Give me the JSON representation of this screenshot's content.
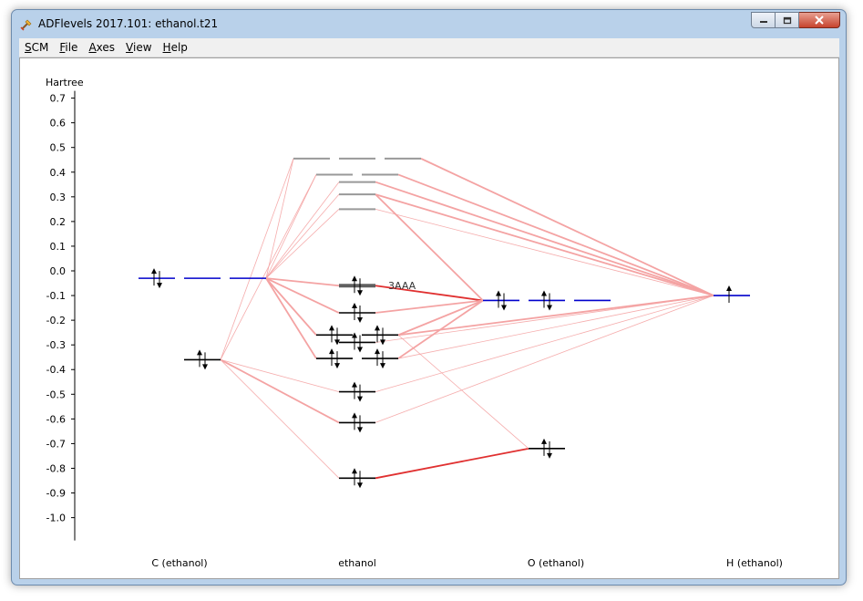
{
  "window": {
    "title": "ADFlevels 2017.101: ethanol.t21",
    "menu": [
      {
        "label": "SCM",
        "accel": "S",
        "rest": "CM",
        "name": "menu-scm"
      },
      {
        "label": "File",
        "accel": "F",
        "rest": "ile",
        "name": "menu-file"
      },
      {
        "label": "Axes",
        "accel": "A",
        "rest": "xes",
        "name": "menu-axes"
      },
      {
        "label": "View",
        "accel": "V",
        "rest": "iew",
        "name": "menu-view"
      },
      {
        "label": "Help",
        "accel": "H",
        "rest": "elp",
        "name": "menu-help"
      }
    ]
  },
  "chart_data": {
    "type": "energy-level-diagram",
    "ylabel": "Hartree",
    "ylim": [
      -1.0,
      0.7
    ],
    "yticks": [
      "0.7",
      "0.6",
      "0.5",
      "0.4",
      "0.3",
      "0.2",
      "0.1",
      "0.0",
      "-0.1",
      "-0.2",
      "-0.3",
      "-0.4",
      "-0.5",
      "-0.6",
      "-0.7",
      "-0.8",
      "-0.9",
      "-1.0"
    ],
    "columns": [
      "C (ethanol)",
      "ethanol",
      "O (ethanol)",
      "H (ethanol)"
    ],
    "highlight_label": "3AAA",
    "colors": {
      "axis": "#000000",
      "fragment_level": "#0000cc",
      "occupied": "#000000",
      "virtual": "#999999",
      "highlight": "#606060",
      "line_light": "#f4a3a3",
      "line_strong": "#e03030"
    },
    "levels": [
      {
        "col": "C (ethanol)",
        "e": -0.03,
        "pos": 0,
        "occ": 2,
        "kind": "frag"
      },
      {
        "col": "C (ethanol)",
        "e": -0.03,
        "pos": 1,
        "occ": 0,
        "kind": "frag"
      },
      {
        "col": "C (ethanol)",
        "e": -0.03,
        "pos": 2,
        "occ": 0,
        "kind": "frag"
      },
      {
        "col": "C (ethanol)",
        "e": -0.36,
        "pos": 1,
        "occ": 2,
        "kind": "occ"
      },
      {
        "col": "ethanol",
        "e": 0.455,
        "pos": -1,
        "occ": 0,
        "kind": "virt"
      },
      {
        "col": "ethanol",
        "e": 0.455,
        "pos": 0,
        "occ": 0,
        "kind": "virt"
      },
      {
        "col": "ethanol",
        "e": 0.455,
        "pos": 1,
        "occ": 0,
        "kind": "virt"
      },
      {
        "col": "ethanol",
        "e": 0.39,
        "pos": -0.5,
        "occ": 0,
        "kind": "virt"
      },
      {
        "col": "ethanol",
        "e": 0.39,
        "pos": 0.5,
        "occ": 0,
        "kind": "virt"
      },
      {
        "col": "ethanol",
        "e": 0.36,
        "pos": 0,
        "occ": 0,
        "kind": "virt"
      },
      {
        "col": "ethanol",
        "e": 0.31,
        "pos": 0,
        "occ": 0,
        "kind": "virt"
      },
      {
        "col": "ethanol",
        "e": 0.25,
        "pos": 0,
        "occ": 0,
        "kind": "virt"
      },
      {
        "col": "ethanol",
        "e": -0.06,
        "pos": 0,
        "occ": 2,
        "kind": "hl"
      },
      {
        "col": "ethanol",
        "e": -0.17,
        "pos": 0,
        "occ": 2,
        "kind": "occ"
      },
      {
        "col": "ethanol",
        "e": -0.26,
        "pos": -0.5,
        "occ": 2,
        "kind": "occ"
      },
      {
        "col": "ethanol",
        "e": -0.26,
        "pos": 0.5,
        "occ": 2,
        "kind": "occ"
      },
      {
        "col": "ethanol",
        "e": -0.29,
        "pos": 0,
        "occ": 2,
        "kind": "occ"
      },
      {
        "col": "ethanol",
        "e": -0.355,
        "pos": -0.5,
        "occ": 2,
        "kind": "occ"
      },
      {
        "col": "ethanol",
        "e": -0.355,
        "pos": 0.5,
        "occ": 2,
        "kind": "occ"
      },
      {
        "col": "ethanol",
        "e": -0.49,
        "pos": 0,
        "occ": 2,
        "kind": "occ"
      },
      {
        "col": "ethanol",
        "e": -0.615,
        "pos": 0,
        "occ": 2,
        "kind": "occ"
      },
      {
        "col": "ethanol",
        "e": -0.84,
        "pos": 0,
        "occ": 2,
        "kind": "occ"
      },
      {
        "col": "O (ethanol)",
        "e": -0.12,
        "pos": -1,
        "occ": 2,
        "kind": "frag"
      },
      {
        "col": "O (ethanol)",
        "e": -0.12,
        "pos": 0,
        "occ": 2,
        "kind": "frag"
      },
      {
        "col": "O (ethanol)",
        "e": -0.12,
        "pos": 1,
        "occ": 0,
        "kind": "frag"
      },
      {
        "col": "O (ethanol)",
        "e": -0.72,
        "pos": 0,
        "occ": 2,
        "kind": "occ"
      },
      {
        "col": "H (ethanol)",
        "e": -0.1,
        "pos": 0,
        "occ": 1,
        "kind": "frag"
      }
    ],
    "connections": [
      {
        "from": [
          "C (ethanol)",
          -0.03
        ],
        "to": [
          -0.5,
          0.455
        ],
        "w": "light"
      },
      {
        "from": [
          "C (ethanol)",
          -0.03
        ],
        "to": [
          -0.5,
          0.39
        ],
        "w": "light"
      },
      {
        "from": [
          "C (ethanol)",
          -0.03
        ],
        "to": [
          -0.5,
          0.36
        ],
        "w": "light"
      },
      {
        "from": [
          "C (ethanol)",
          -0.03
        ],
        "to": [
          -0.5,
          0.31
        ],
        "w": "light"
      },
      {
        "from": [
          "C (ethanol)",
          -0.03
        ],
        "to": [
          -0.5,
          0.25
        ],
        "w": "light"
      },
      {
        "from": [
          "C (ethanol)",
          -0.03
        ],
        "to": [
          -0.5,
          -0.06
        ],
        "w": "medium"
      },
      {
        "from": [
          "C (ethanol)",
          -0.03
        ],
        "to": [
          -0.5,
          -0.17
        ],
        "w": "medium"
      },
      {
        "from": [
          "C (ethanol)",
          -0.03
        ],
        "to": [
          -0.5,
          -0.26
        ],
        "w": "medium"
      },
      {
        "from": [
          "C (ethanol)",
          -0.03
        ],
        "to": [
          -0.5,
          -0.355
        ],
        "w": "medium"
      },
      {
        "from": [
          "C (ethanol)",
          -0.36
        ],
        "to": [
          -0.5,
          0.455
        ],
        "w": "light"
      },
      {
        "from": [
          "C (ethanol)",
          -0.36
        ],
        "to": [
          -0.5,
          0.39
        ],
        "w": "light"
      },
      {
        "from": [
          "C (ethanol)",
          -0.36
        ],
        "to": [
          -0.5,
          -0.49
        ],
        "w": "light"
      },
      {
        "from": [
          "C (ethanol)",
          -0.36
        ],
        "to": [
          -0.5,
          -0.615
        ],
        "w": "medium"
      },
      {
        "from": [
          "C (ethanol)",
          -0.36
        ],
        "to": [
          -0.5,
          -0.84
        ],
        "w": "light"
      },
      {
        "from": [
          "H (ethanol)",
          -0.1
        ],
        "to": [
          0.5,
          0.455
        ],
        "w": "medium"
      },
      {
        "from": [
          "H (ethanol)",
          -0.1
        ],
        "to": [
          0.5,
          0.39
        ],
        "w": "medium"
      },
      {
        "from": [
          "H (ethanol)",
          -0.1
        ],
        "to": [
          0.5,
          0.36
        ],
        "w": "medium"
      },
      {
        "from": [
          "H (ethanol)",
          -0.1
        ],
        "to": [
          0.5,
          0.31
        ],
        "w": "medium"
      },
      {
        "from": [
          "H (ethanol)",
          -0.1
        ],
        "to": [
          0.5,
          0.25
        ],
        "w": "light"
      },
      {
        "from": [
          "H (ethanol)",
          -0.1
        ],
        "to": [
          0.5,
          -0.26
        ],
        "w": "medium"
      },
      {
        "from": [
          "H (ethanol)",
          -0.1
        ],
        "to": [
          0.5,
          -0.29
        ],
        "w": "light"
      },
      {
        "from": [
          "H (ethanol)",
          -0.1
        ],
        "to": [
          0.5,
          -0.355
        ],
        "w": "light"
      },
      {
        "from": [
          "H (ethanol)",
          -0.1
        ],
        "to": [
          0.5,
          -0.49
        ],
        "w": "light"
      },
      {
        "from": [
          "H (ethanol)",
          -0.1
        ],
        "to": [
          0.5,
          -0.615
        ],
        "w": "light"
      },
      {
        "from": [
          "O (ethanol)",
          -0.12
        ],
        "to": [
          0.5,
          -0.06
        ],
        "w": "strong"
      },
      {
        "from": [
          "O (ethanol)",
          -0.12
        ],
        "to": [
          0.5,
          -0.17
        ],
        "w": "medium"
      },
      {
        "from": [
          "O (ethanol)",
          -0.12
        ],
        "to": [
          0.5,
          0.31
        ],
        "w": "medium"
      },
      {
        "from": [
          "O (ethanol)",
          -0.12
        ],
        "to": [
          0.5,
          -0.26
        ],
        "w": "medium"
      },
      {
        "from": [
          "O (ethanol)",
          -0.12
        ],
        "to": [
          0.5,
          -0.355
        ],
        "w": "medium"
      },
      {
        "from": [
          "O (ethanol)",
          -0.72
        ],
        "to": [
          0.5,
          -0.84
        ],
        "w": "strong"
      },
      {
        "from": [
          "O (ethanol)",
          -0.72
        ],
        "to": [
          0.5,
          -0.26
        ],
        "w": "light"
      }
    ]
  }
}
